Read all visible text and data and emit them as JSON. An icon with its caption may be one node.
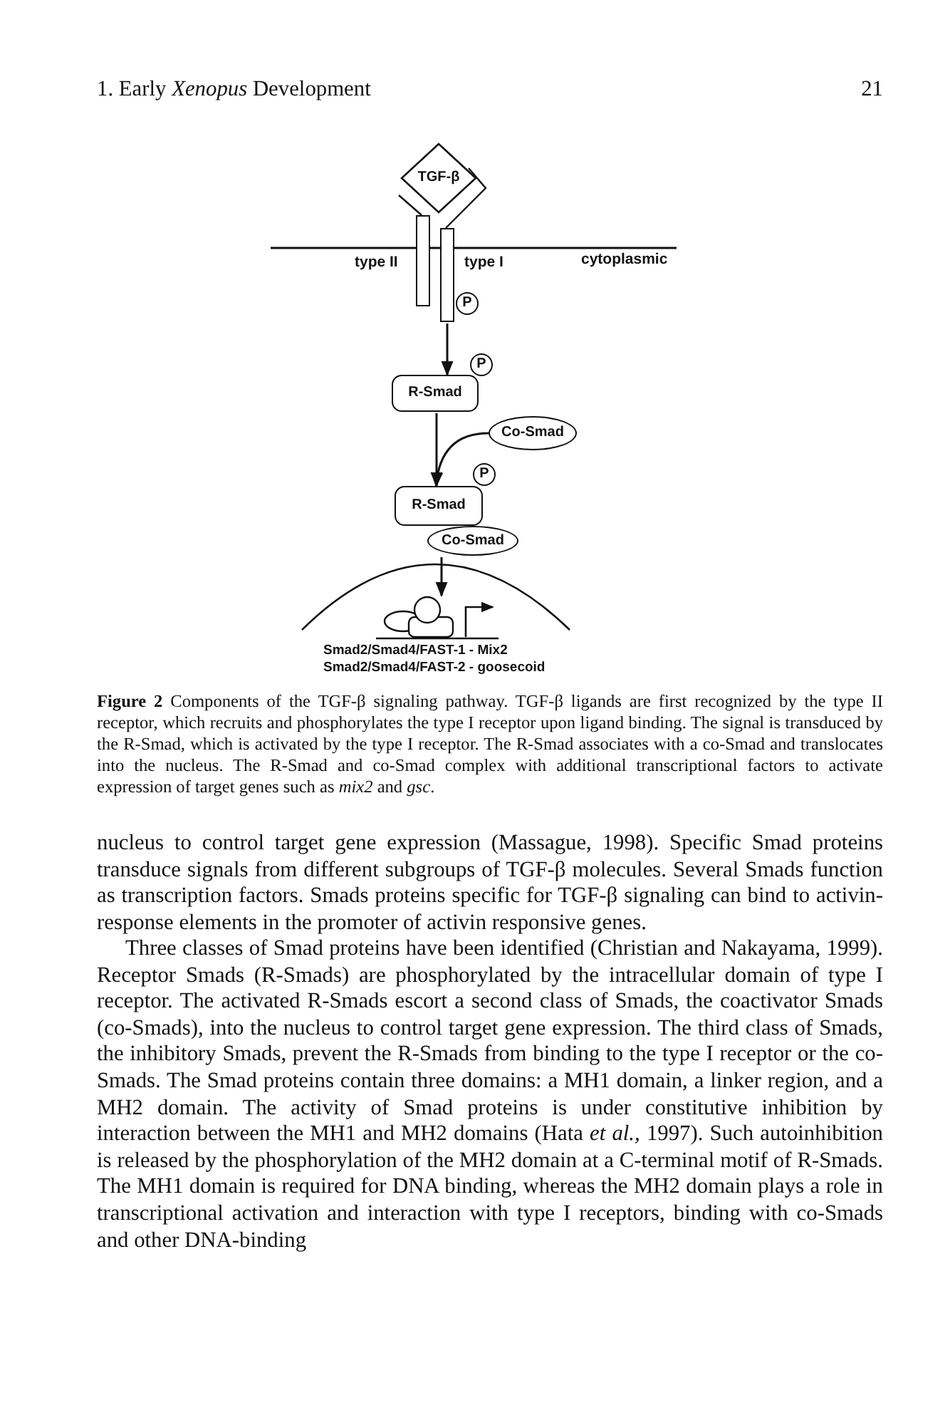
{
  "diagram": {
    "caption": "**Figure 2** Components of the TGF-β signaling pathway. TGF-β ligands are first recognized by the type II receptor, which recruits and phosphorylates the type I receptor upon ligand binding. The signal is transduced by the R-Smad, which is activated by the type I receptor. The R-Smad associates with a co-Smad and translocates into the nucleus. The R-Smad and co-Smad complex with additional transcriptional factors to activate expression of target genes such as *mix2* and *gsc*.",
    "nodes": [
      {
        "text": [
          "TGF-β"
        ]
      },
      {
        "text": [],
        "shape": "bar",
        "beside": [
          "type II"
        ]
      },
      {
        "text": [],
        "shape": "bar",
        "beside": [
          "type I"
        ]
      },
      {
        "text": [
          "P"
        ]
      },
      {
        "text": [
          "P"
        ]
      },
      {
        "text": [
          "R-Smad"
        ]
      },
      {
        "text": [
          "Co-Smad"
        ]
      },
      {
        "text": [
          "P"
        ]
      },
      {
        "text": [
          "R-Smad"
        ]
      },
      {
        "text": [
          "Co-Smad"
        ]
      },
      {
        "text": [],
        "shape": "picture"
      }
    ],
    "edges": [
      {
        "from": 2,
        "to": 5,
        "arrow": "to"
      },
      {
        "from": 5,
        "to": 8,
        "arrow": "to"
      },
      {
        "from": 6,
        "to": 8,
        "arrow": "to"
      },
      {
        "from": 9,
        "to": 10,
        "arrow": "to"
      }
    ],
    "labels": [
      "1. Early *Xenopus* Development",
      "21",
      "cytoplasmic",
      "Smad2/Smad4/FAST-1 - Mix2",
      "Smad2/Smad4/FAST-2 - goosecoid",
      "nucleus to control target gene expression (Massague, 1998). Specific Smad proteins transduce signals from different subgroups of TGF-β molecules. Several Smads function as transcription factors. Smads proteins specific for TGF-β signaling can bind to activin-response elements in the promoter of activin responsive genes.",
      "Three classes of Smad proteins have been identified (Christian and Nakayama, 1999). Receptor Smads (R-Smads) are phosphorylated by the intracellular domain of type I receptor. The activated R-Smads escort a second class of Smads, the coactivator Smads (co-Smads), into the nucleus to control target gene expression. The third class of Smads, the inhibitory Smads, prevent the R-Smads from binding to the type I receptor or the co-Smads. The Smad proteins contain three domains: a MH1 domain, a linker region, and a MH2 domain. The activity of Smad proteins is under constitutive inhibition by interaction between the MH1 and MH2 domains (Hata *et al.,* 1997). Such autoinhibition is released by the phosphorylation of the MH2 domain at a C-terminal motif of R-Smads. The MH1 domain is required for DNA binding, whereas the MH2 domain plays a role in transcriptional activation and interaction with type I receptors, binding with co-Smads and other DNA-binding"
    ]
  }
}
